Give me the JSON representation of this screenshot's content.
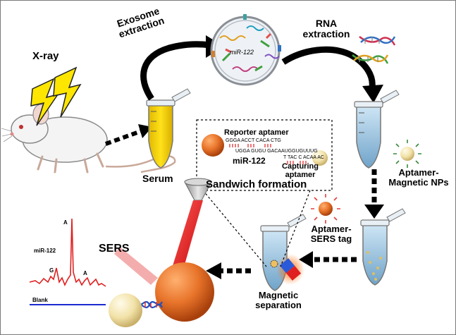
{
  "labels": {
    "xray": "X-ray",
    "exosome_extraction": [
      "Exosome",
      "extraction"
    ],
    "rna_extraction": [
      "RNA",
      "extraction"
    ],
    "mir_exosome": "miR-122",
    "serum": "Serum",
    "reporter_aptamer": "Reporter aptamer",
    "seq_top": "GGGA ACCT  CACA  CTG",
    "seq_mid": "UGGA GUGU GACAAUGGUGUUUG",
    "seq_bottom": "T TAC C  ACAA AC",
    "mir_sandwich": "miR-122",
    "capturing_aptamer": [
      "Capturing",
      "aptamer"
    ],
    "sandwich_formation": "Sandwich formation",
    "aptamer_magnetic": [
      "Aptamer-",
      "Magnetic NPs"
    ],
    "aptamer_sers": [
      "Aptamer-",
      "SERS tag"
    ],
    "magnetic_separation": [
      "Magnetic",
      "separation"
    ],
    "sers": "SERS",
    "spectrum_mir": "miR-122",
    "spectrum_blank": "Blank",
    "peak_g": "G",
    "peak_a_top": "A",
    "peak_a_right": "A"
  },
  "colors": {
    "serum": "#f5d000",
    "reporter_np": "#e8742a",
    "capture_np": "#f2e2a8",
    "spectrum_red": "#e02020",
    "spectrum_blue": "#1a2ad0",
    "laser": "#e01818",
    "arrow": "#000000"
  },
  "icons": [
    "mouse-icon",
    "lightning-icon",
    "tube-icon",
    "exosome-icon",
    "rna-icon",
    "magnet-icon",
    "lens-icon"
  ]
}
